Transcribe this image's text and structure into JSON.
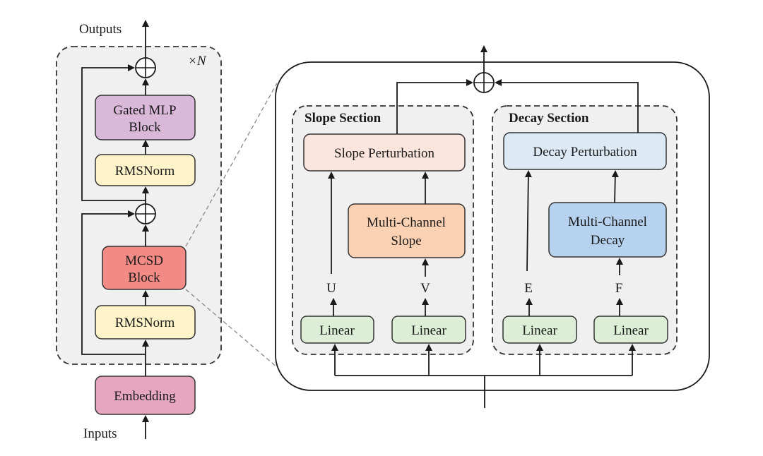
{
  "left": {
    "outputs_label": "Outputs",
    "inputs_label": "Inputs",
    "repeat_label": "×N",
    "gated_mlp": [
      "Gated MLP",
      "Block"
    ],
    "rmsnorm_top": "RMSNorm",
    "mcsd": [
      "MCSD",
      "Block"
    ],
    "rmsnorm_bottom": "RMSNorm",
    "embedding": "Embedding"
  },
  "slope": {
    "title": "Slope Section",
    "perturbation": "Slope Perturbation",
    "multichannel": [
      "Multi-Channel",
      "Slope"
    ],
    "u_label": "U",
    "v_label": "V",
    "linear_u": "Linear",
    "linear_v": "Linear"
  },
  "decay": {
    "title": "Decay Section",
    "perturbation": "Decay Perturbation",
    "multichannel": [
      "Multi-Channel",
      "Decay"
    ],
    "e_label": "E",
    "f_label": "F",
    "linear_e": "Linear",
    "linear_f": "Linear"
  },
  "colors": {
    "gated_mlp": "#d9b8d9",
    "rmsnorm": "#fff3c9",
    "mcsd": "#f28b85",
    "embedding": "#e6a6c0",
    "slope_pert": "#fbe5dc",
    "slope_multi": "#fbd1b3",
    "decay_pert": "#dde9f5",
    "decay_multi": "#b7d2ee",
    "linear": "#dcefd6",
    "panel": "#f0f0f0"
  }
}
